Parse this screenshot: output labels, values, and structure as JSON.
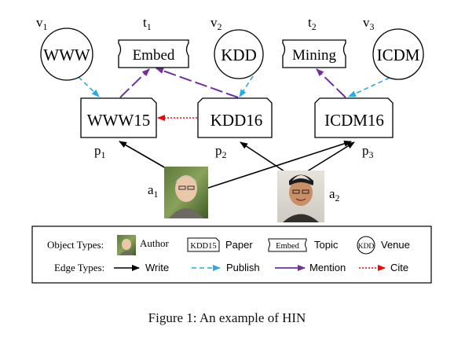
{
  "nodes": {
    "venues": [
      {
        "id": "v1",
        "letter": "v",
        "sub": "1",
        "text": "WWW"
      },
      {
        "id": "v2",
        "letter": "v",
        "sub": "2",
        "text": "KDD"
      },
      {
        "id": "v3",
        "letter": "v",
        "sub": "3",
        "text": "ICDM"
      }
    ],
    "topics": [
      {
        "id": "t1",
        "letter": "t",
        "sub": "1",
        "text": "Embed"
      },
      {
        "id": "t2",
        "letter": "t",
        "sub": "2",
        "text": "Mining"
      }
    ],
    "papers": [
      {
        "id": "p1",
        "letter": "p",
        "sub": "1",
        "text": "WWW15"
      },
      {
        "id": "p2",
        "letter": "p",
        "sub": "2",
        "text": "KDD16"
      },
      {
        "id": "p3",
        "letter": "p",
        "sub": "3",
        "text": "ICDM16"
      }
    ],
    "authors": [
      {
        "id": "a1",
        "letter": "a",
        "sub": "1"
      },
      {
        "id": "a2",
        "letter": "a",
        "sub": "2"
      }
    ]
  },
  "edges": [
    {
      "from": "v1",
      "to": "p1",
      "type": "publish"
    },
    {
      "from": "v2",
      "to": "p2",
      "type": "publish"
    },
    {
      "from": "v3",
      "to": "p3",
      "type": "publish"
    },
    {
      "from": "p1",
      "to": "t1",
      "type": "mention"
    },
    {
      "from": "p2",
      "to": "t1",
      "type": "mention"
    },
    {
      "from": "p3",
      "to": "t2",
      "type": "mention"
    },
    {
      "from": "p2",
      "to": "p1",
      "type": "cite"
    },
    {
      "from": "a1",
      "to": "p1",
      "type": "write"
    },
    {
      "from": "a1",
      "to": "p3",
      "type": "write"
    },
    {
      "from": "a2",
      "to": "p2",
      "type": "write"
    },
    {
      "from": "a2",
      "to": "p3",
      "type": "write"
    }
  ],
  "legend": {
    "object_types_label": "Object Types:",
    "author_label": "Author",
    "paper_sample": "KDD15",
    "paper_label": "Paper",
    "topic_sample": "Embed",
    "topic_label": "Topic",
    "venue_sample": "KDD",
    "venue_label": "Venue",
    "edge_types_label": "Edge Types:",
    "write_label": "Write",
    "publish_label": "Publish",
    "mention_label": "Mention",
    "cite_label": "Cite"
  },
  "colors": {
    "write": "#000000",
    "publish": "#29aae1",
    "mention": "#7030a0",
    "cite": "#ff0000"
  },
  "caption": "Figure 1: An example of HIN"
}
